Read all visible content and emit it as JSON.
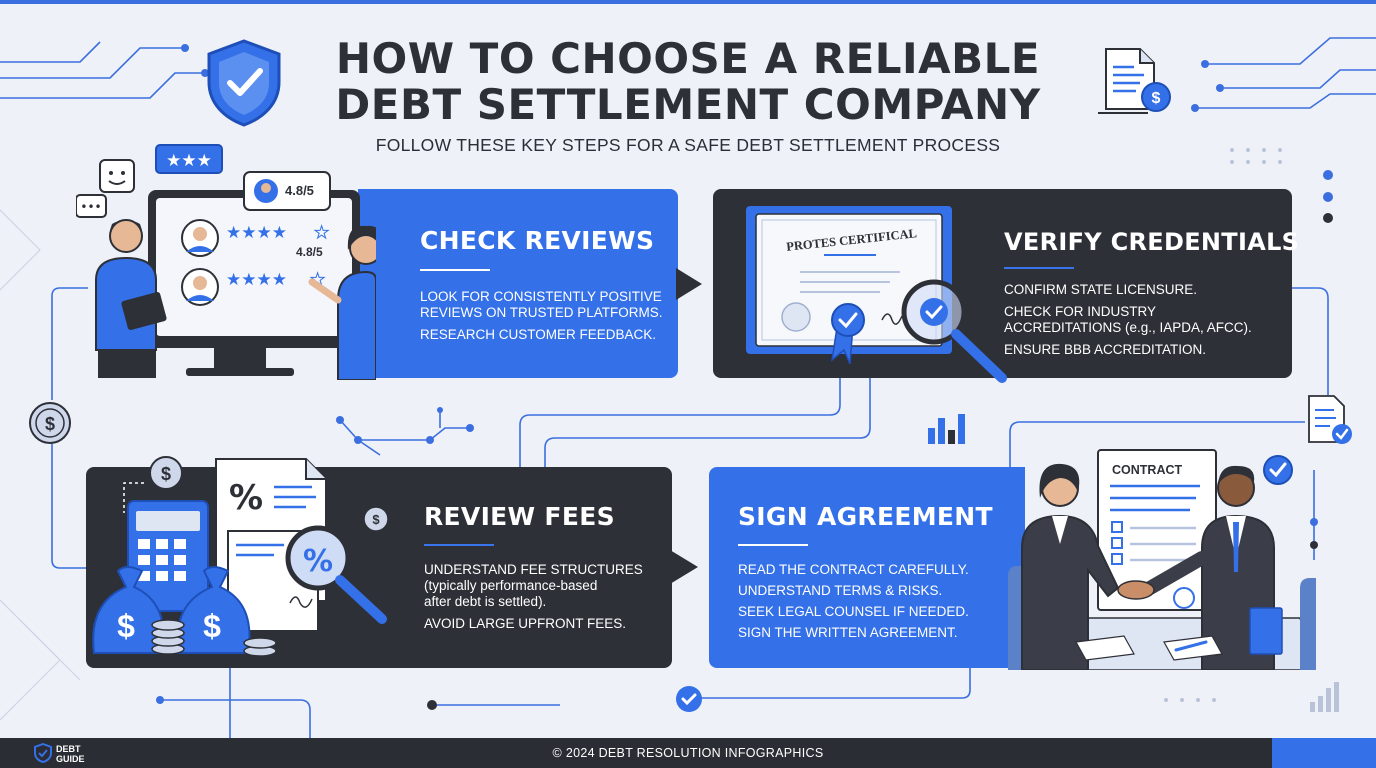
{
  "header": {
    "title_line1": "HOW TO CHOOSE A RELIABLE",
    "title_line2": "DEBT SETTLEMENT COMPANY",
    "subtitle": "FOLLOW THESE KEY STEPS FOR A SAFE DEBT SETTLEMENT PROCESS"
  },
  "steps": {
    "reviews": {
      "title": "CHECK REVIEWS",
      "lines": [
        "LOOK FOR CONSISTENTLY POSITIVE",
        "REVIEWS ON TRUSTED PLATFORMS.",
        "RESEARCH CUSTOMER FEEDBACK."
      ],
      "rating_badge": "4.8/5",
      "rating_screen": "4.8/5"
    },
    "credentials": {
      "title": "VERIFY CREDENTIALS",
      "lines": [
        "CONFIRM STATE LICENSURE.",
        "CHECK FOR INDUSTRY",
        "ACCREDITATIONS (e.g., IAPDA, AFCC).",
        "ENSURE BBB ACCREDITATION."
      ],
      "certificate_label": "PROTES CERTIFICAL"
    },
    "fees": {
      "title": "REVIEW FEES",
      "lines": [
        "UNDERSTAND FEE STRUCTURES",
        "(typically performance-based",
        "after debt is settled).",
        "AVOID LARGE UPFRONT FEES."
      ]
    },
    "agreement": {
      "title": "SIGN AGREEMENT",
      "lines": [
        "READ THE CONTRACT CAREFULLY.",
        "UNDERSTAND TERMS & RISKS.",
        "SEEK LEGAL COUNSEL IF NEEDED.",
        "SIGN THE WRITTEN AGREEMENT."
      ],
      "contract_label": "CONTRACT"
    }
  },
  "footer": {
    "copyright": "© 2024 DEBT RESOLUTION INFOGRAPHICS",
    "brand_line1": "DEBT",
    "brand_line2": "GUIDE"
  },
  "colors": {
    "accent": "#3470e8",
    "dark": "#2e3038",
    "background": "#eef1f7"
  },
  "icons": [
    "shield-check-icon",
    "document-dollar-icon",
    "dollar-coin-icon",
    "bar-chart-icon",
    "document-check-icon",
    "check-circle-icon",
    "magnifier-icon",
    "percent-icon",
    "money-bag-icon",
    "calculator-icon",
    "star-rating-icon"
  ]
}
